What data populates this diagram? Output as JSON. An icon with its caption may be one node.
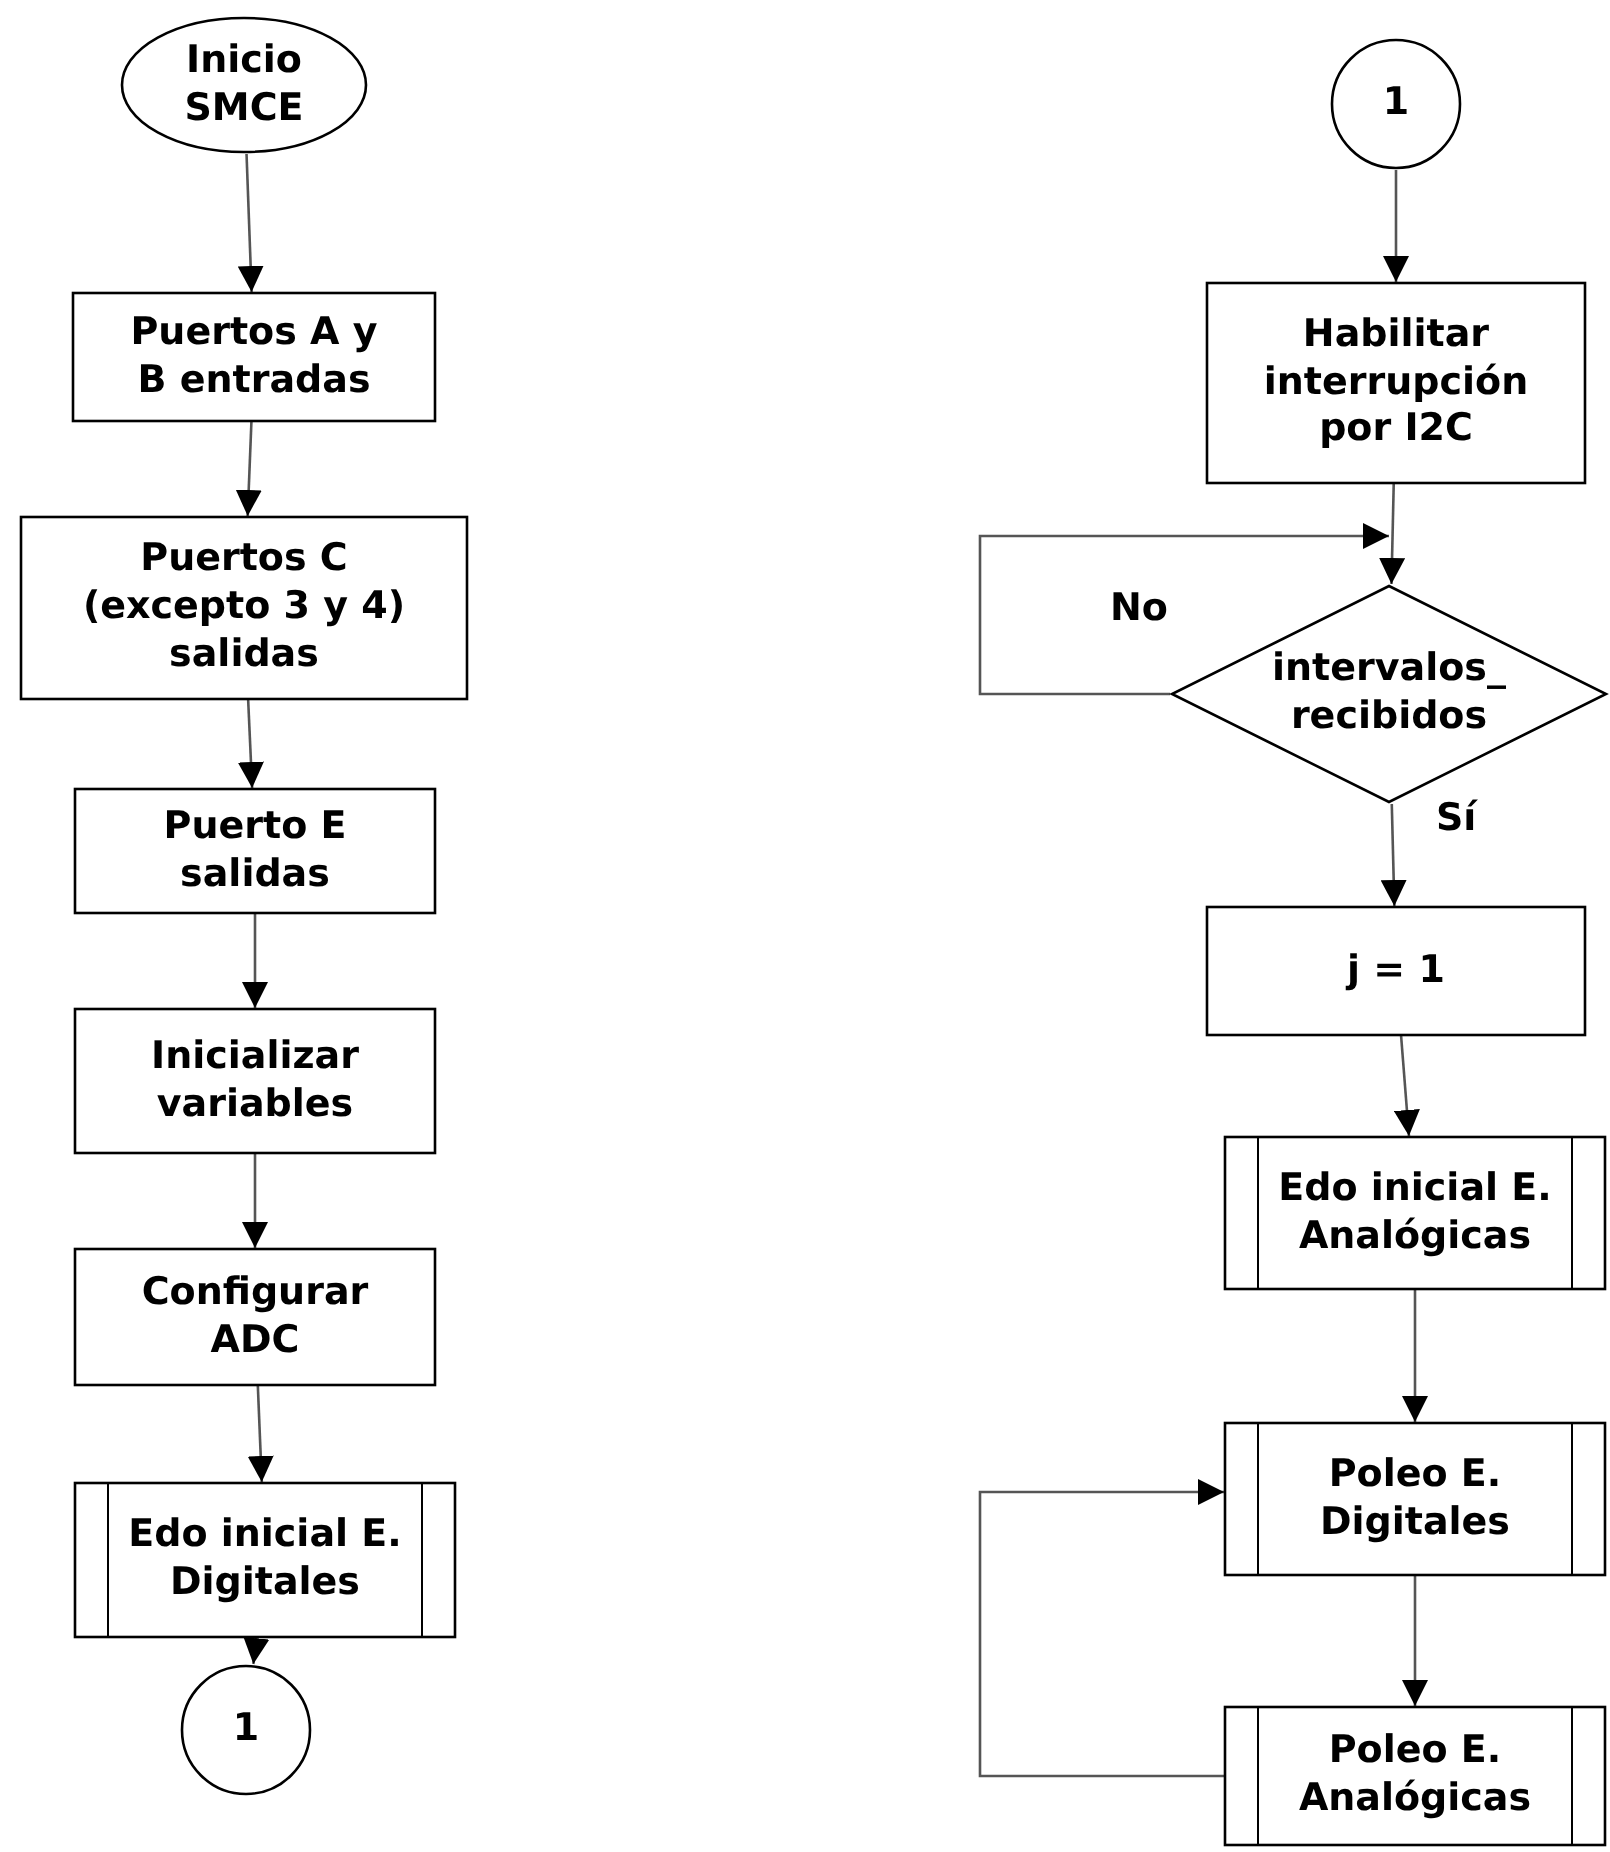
{
  "diagram": {
    "nodes": [
      {
        "text": [
          "Inicio SMCE"
        ]
      },
      {
        "text": [
          "Puertos A y B entradas"
        ]
      },
      {
        "text": [
          "Puertos C (excepto 3 y 4) salidas"
        ]
      },
      {
        "text": [
          "Puerto E salidas"
        ]
      },
      {
        "text": [
          "Inicializar variables"
        ]
      },
      {
        "text": [
          "Configurar ADC"
        ]
      },
      {
        "text": [
          "Edo inicial E. Digitales"
        ]
      },
      {
        "text": [
          "1"
        ]
      },
      {
        "text": [
          "1"
        ]
      },
      {
        "text": [
          "Habilitar interrupción por I2C"
        ]
      },
      {
        "text": [
          "intervalos_ recibidos"
        ]
      },
      {
        "text": [
          "j = 1"
        ]
      },
      {
        "text": [
          "Edo inicial E. Analógicas"
        ]
      },
      {
        "text": [
          "Poleo E. Digitales"
        ]
      },
      {
        "text": [
          "Poleo E. Analógicas"
        ]
      }
    ],
    "edges": [
      {
        "from": 0,
        "to": 1,
        "arrow": "to"
      },
      {
        "from": 1,
        "to": 2,
        "arrow": "to"
      },
      {
        "from": 2,
        "to": 3,
        "arrow": "to"
      },
      {
        "from": 3,
        "to": 4,
        "arrow": "to"
      },
      {
        "from": 4,
        "to": 5,
        "arrow": "to"
      },
      {
        "from": 5,
        "to": 6,
        "arrow": "to"
      },
      {
        "from": 6,
        "to": 7,
        "arrow": "to"
      },
      {
        "from": 8,
        "to": 9,
        "arrow": "to"
      },
      {
        "from": 9,
        "to": 10,
        "arrow": "to"
      },
      {
        "from": 10,
        "to": 10,
        "arrow": "to",
        "label": "No"
      },
      {
        "from": 10,
        "to": 11,
        "arrow": "to",
        "label": "Sí"
      },
      {
        "from": 11,
        "to": 12,
        "arrow": "to"
      },
      {
        "from": 12,
        "to": 13,
        "arrow": "to"
      },
      {
        "from": 13,
        "to": 14,
        "arrow": "to"
      },
      {
        "from": 14,
        "to": 13,
        "arrow": "to"
      }
    ]
  }
}
